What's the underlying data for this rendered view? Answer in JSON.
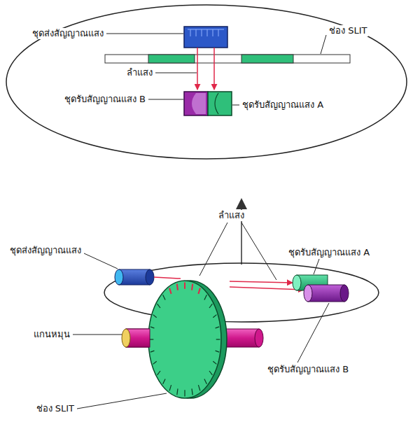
{
  "diagram": {
    "labels": [
      "ชุดส่งสัญญาณแสง",
      "ช่อง SLIT",
      "ลำแสง",
      "ชุดรับสัญญาณแสง B",
      "ชุดรับสัญญาณแสง A",
      "ลำแสง",
      "ชุดส่งสัญญาณแสง",
      "ชุดรับสัญญาณแสง A",
      "แกนหมุน",
      "ชุดรับสัญญาณแสง B",
      "ช่อง SLIT"
    ]
  }
}
